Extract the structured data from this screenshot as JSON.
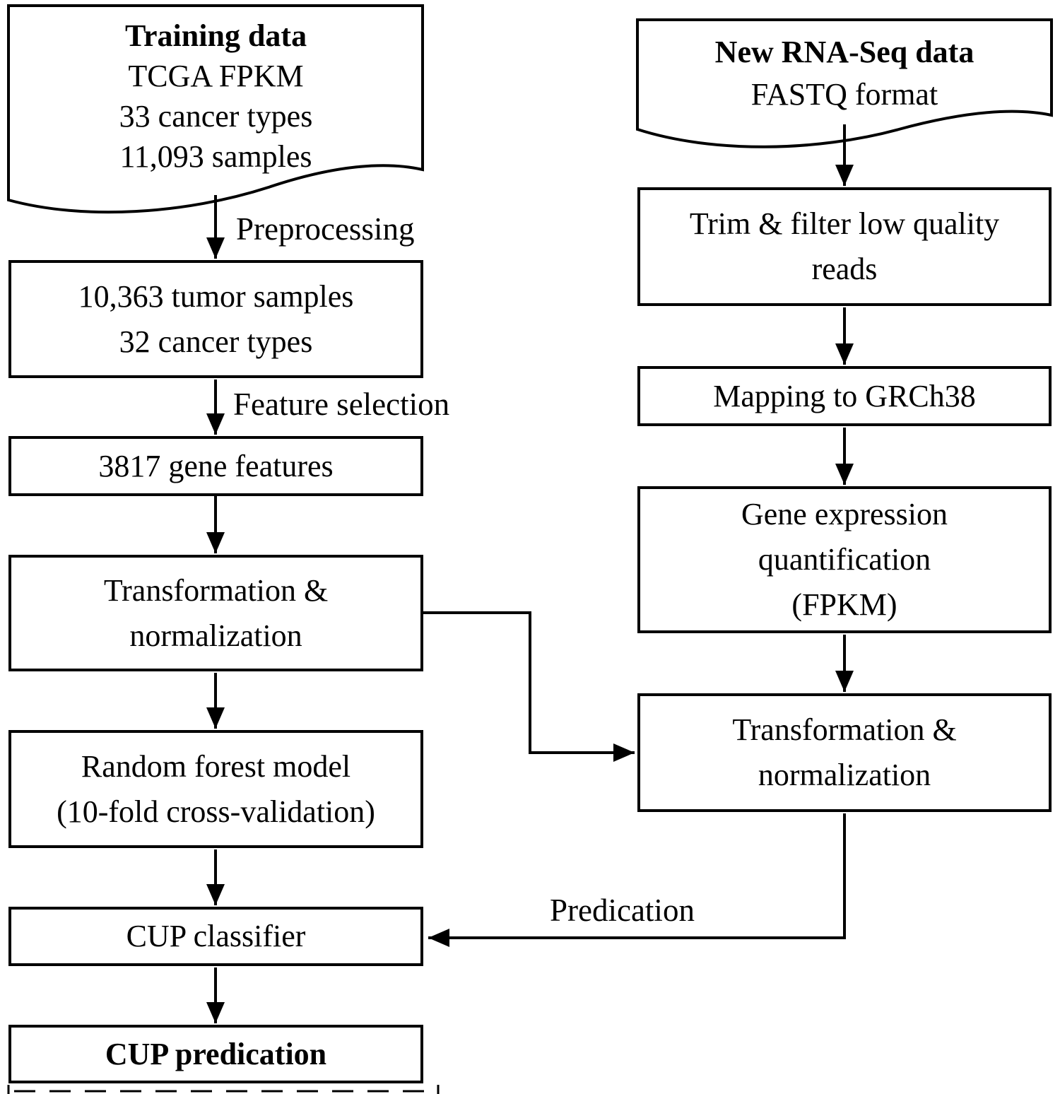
{
  "canvas": {
    "background": "#ffffff",
    "stroke_color": "#000000"
  },
  "left_column": {
    "training_data_doc": {
      "title": "Training data",
      "lines": [
        "TCGA FPKM",
        "33 cancer types",
        "11,093 samples"
      ]
    },
    "preprocessing_label": "Preprocessing",
    "tumor_samples_box": {
      "lines": [
        "10,363 tumor samples",
        "32 cancer types"
      ]
    },
    "feature_selection_label": "Feature selection",
    "gene_features_box": "3817 gene features",
    "transformation_box": {
      "lines": [
        "Transformation &",
        "normalization"
      ]
    },
    "random_forest_box": {
      "lines": [
        "Random forest model",
        "(10-fold cross-validation)"
      ]
    },
    "cup_classifier_box": "CUP classifier",
    "cup_predication_box": "CUP predication"
  },
  "right_column": {
    "new_rnaseq_doc": {
      "title": "New RNA-Seq data",
      "lines": [
        "FASTQ format"
      ]
    },
    "trim_filter_box": {
      "lines": [
        "Trim & filter low quality",
        "reads"
      ]
    },
    "mapping_box": "Mapping to GRCh38",
    "gene_expression_box": {
      "lines": [
        "Gene expression",
        "quantification",
        "(FPKM)"
      ]
    },
    "transformation_box": {
      "lines": [
        "Transformation &",
        "normalization"
      ]
    },
    "predication_label": "Predication"
  }
}
